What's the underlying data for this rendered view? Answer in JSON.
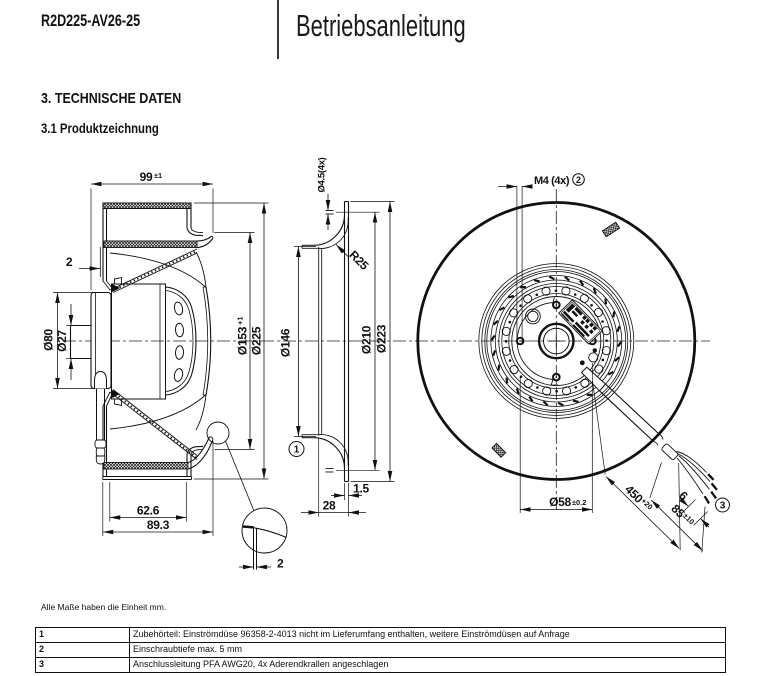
{
  "header": {
    "doc_number": "R2D225-AV26-25",
    "title": "Betriebsanleitung"
  },
  "section": {
    "heading": "3. TECHNISCHE DATEN",
    "subheading": "3.1 Produktzeichnung"
  },
  "note": "Alle Maße haben die Einheit mm.",
  "legend_table": {
    "rows": [
      {
        "num": "1",
        "text": "Zubehörteil: Einströmdüse 96358-2-4013 nicht im Lieferumfang enthalten, weitere Einströmdüsen auf Anfrage"
      },
      {
        "num": "2",
        "text": "Einschraubtiefe max. 5 mm"
      },
      {
        "num": "3",
        "text": "Anschlussleitung PFA AWG20, 4x Aderendkrallen angeschlagen"
      }
    ]
  },
  "drawing": {
    "side_view": {
      "dim_depth": "99",
      "dim_depth_tol": "±1",
      "dim_gap": "2",
      "dim_shaft": "Ø27",
      "dim_flange": "Ø80",
      "dim_inlet": "Ø153",
      "dim_inlet_tol": "+1",
      "dim_outer": "Ø225",
      "dim_housing_depth": "62.6",
      "dim_total_depth": "89.3"
    },
    "detail_view": {
      "dim_thickness": "2"
    },
    "inlet_ring_view": {
      "callout": "1",
      "dim_hole": "Ø4.5(4x)",
      "dim_radius": "R25",
      "dim_throat": "Ø146",
      "dim_bolt_circle": "Ø210",
      "dim_outer": "Ø223",
      "dim_sheet": "1.5",
      "dim_depth": "28"
    },
    "front_view": {
      "dim_screws": "M4 (4x)",
      "callout_screws": "2",
      "dim_hub": "Ø58",
      "dim_hub_tol": "±0.2",
      "dim_cable": "450",
      "dim_cable_tol": "+20",
      "dim_wires": "85",
      "dim_wires_tol": "±10",
      "dim_strip": "6",
      "callout_cable": "3"
    }
  }
}
